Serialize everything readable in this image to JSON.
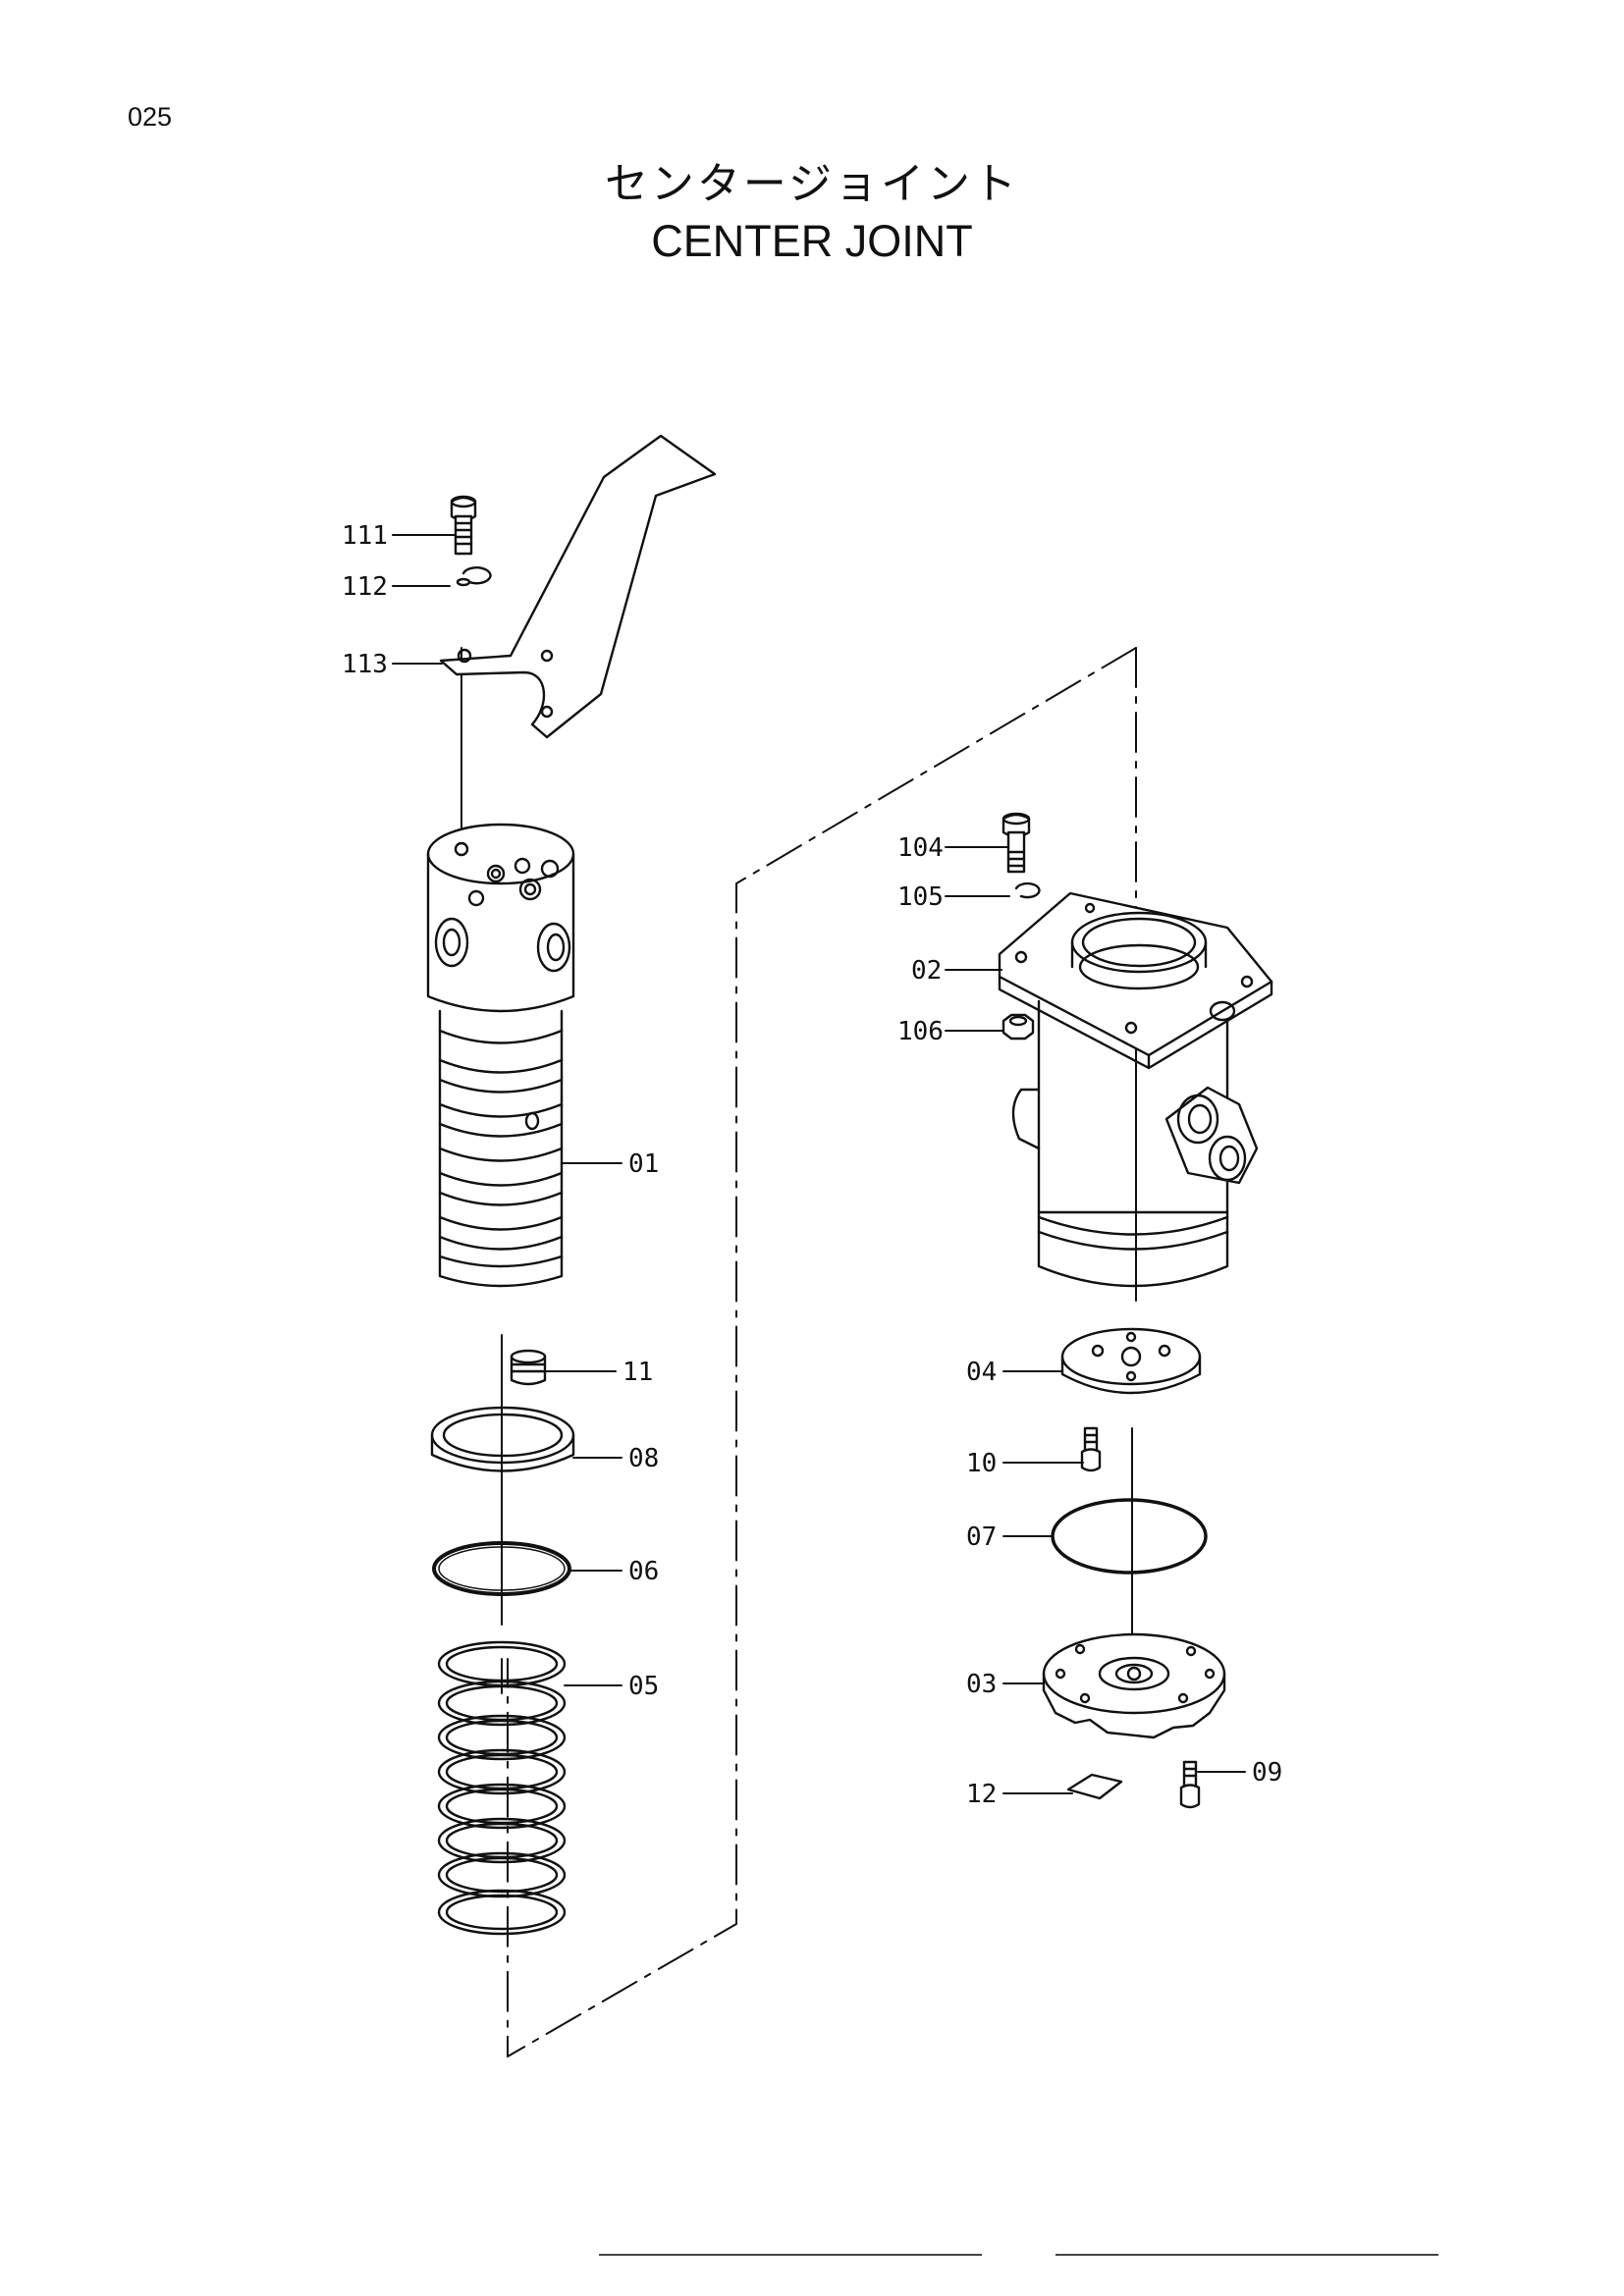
{
  "page": {
    "number": "025"
  },
  "title": {
    "japanese": "センタージョイント",
    "english": "CENTER JOINT"
  },
  "parts": [
    {
      "id": "111",
      "label": "111"
    },
    {
      "id": "112",
      "label": "112"
    },
    {
      "id": "113",
      "label": "113"
    },
    {
      "id": "01",
      "label": "01"
    },
    {
      "id": "11",
      "label": "11"
    },
    {
      "id": "08",
      "label": "08"
    },
    {
      "id": "06",
      "label": "06"
    },
    {
      "id": "05",
      "label": "05"
    },
    {
      "id": "104",
      "label": "104"
    },
    {
      "id": "105",
      "label": "105"
    },
    {
      "id": "02",
      "label": "02"
    },
    {
      "id": "106",
      "label": "106"
    },
    {
      "id": "04",
      "label": "04"
    },
    {
      "id": "10",
      "label": "10"
    },
    {
      "id": "07",
      "label": "07"
    },
    {
      "id": "03",
      "label": "03"
    },
    {
      "id": "12",
      "label": "12"
    },
    {
      "id": "09",
      "label": "09"
    }
  ]
}
